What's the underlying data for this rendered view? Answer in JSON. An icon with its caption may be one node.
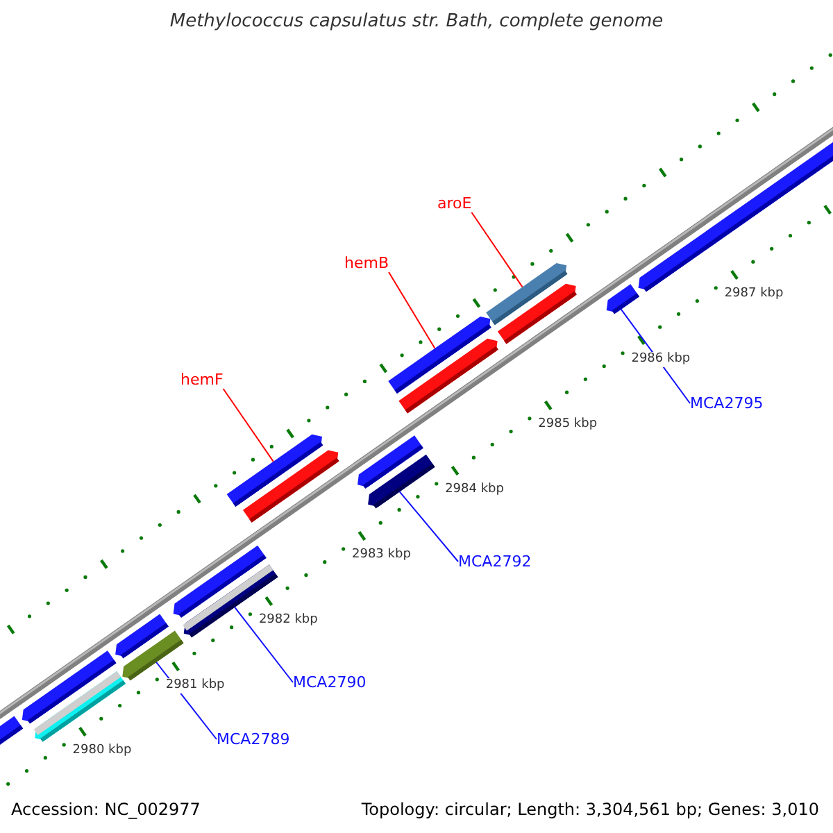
{
  "diagram": {
    "title": "Methylococcus capsulatus str. Bath, complete genome",
    "nodes": [
      {
        "text": [
          "hemF"
        ]
      },
      {
        "text": [
          "hemB"
        ]
      },
      {
        "text": [
          "aroE"
        ]
      },
      {
        "text": [
          "MCA2795"
        ]
      },
      {
        "text": [
          "MCA2792"
        ]
      },
      {
        "text": [
          "MCA2790"
        ]
      },
      {
        "text": [
          "MCA2789"
        ]
      },
      {
        "text": [],
        "shape": "bar"
      },
      {
        "text": [],
        "shape": "bar"
      },
      {
        "text": [],
        "shape": "bar"
      },
      {
        "text": [],
        "shape": "bar"
      },
      {
        "text": [],
        "shape": "bar"
      },
      {
        "text": [],
        "shape": "bar"
      },
      {
        "text": [],
        "shape": "bar"
      },
      {
        "text": [],
        "shape": "bar"
      },
      {
        "text": [],
        "shape": "bar"
      },
      {
        "text": [],
        "shape": "bar"
      },
      {
        "text": [],
        "shape": "bar"
      },
      {
        "text": [],
        "shape": "bar"
      },
      {
        "text": [],
        "shape": "bar"
      },
      {
        "text": [],
        "shape": "bar"
      },
      {
        "text": [],
        "shape": "bar"
      },
      {
        "text": [],
        "shape": "bar"
      },
      {
        "text": [],
        "shape": "bar"
      }
    ],
    "edges": [
      {
        "from": 0,
        "to": 14,
        "arrow": "none",
        "color": "#ff0000"
      },
      {
        "from": 1,
        "to": 18,
        "arrow": "none",
        "color": "#ff0000"
      },
      {
        "from": 2,
        "to": 21,
        "arrow": "none",
        "color": "#ff0000"
      },
      {
        "from": 3,
        "to": 22,
        "arrow": "none"
      },
      {
        "from": 4,
        "to": 16,
        "arrow": "none"
      },
      {
        "from": 5,
        "to": 13,
        "arrow": "none"
      },
      {
        "from": 6,
        "to": 10,
        "arrow": "none"
      }
    ],
    "labels": [
      "2980 kbp",
      "2981 kbp",
      "2982 kbp",
      "2983 kbp",
      "2984 kbp",
      "2985 kbp",
      "2986 kbp",
      "2987 kbp",
      "Accession: NC_002977",
      "Topology: circular; Length: 3,304,561 bp; Genes: 3,010"
    ]
  }
}
